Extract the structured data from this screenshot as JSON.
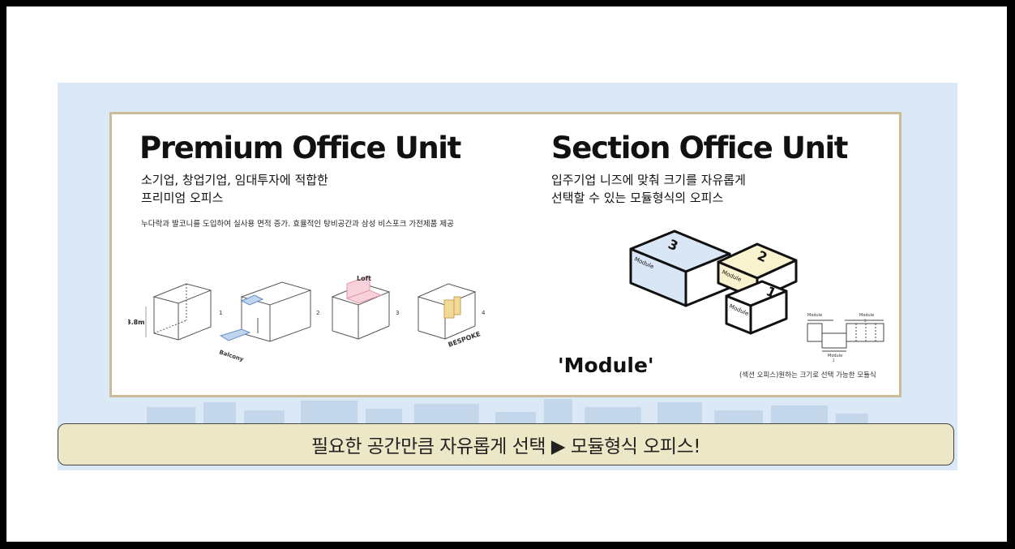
{
  "premium": {
    "title": "Premium Office Unit",
    "subtitle_line1": "소기업, 창업기업, 임대투자에 적합한",
    "subtitle_line2": "프리미엄 오피스",
    "note": "누다락과 발코니를 도입하여 실사용 면적 증가.  효율적인 탕비공간과 삼성 비스포크 가전제품 제공",
    "height_label": "3.8m",
    "step_labels": [
      "1",
      "2",
      "3",
      "4"
    ],
    "balcony_label": "Balcony",
    "loft_label": "Loft",
    "bespoke_label": "BESPOKE"
  },
  "section": {
    "title": "Section Office Unit",
    "subtitle_line1": "입주기업 니즈에 맞춰 크기를 자유롭게",
    "subtitle_line2": "선택할 수 있는 모듈형식의 오피스",
    "module_big_label": "'Module'",
    "module_word": "Module",
    "module_numbers": [
      "3",
      "2",
      "1"
    ],
    "plan_module_labels": [
      "Module",
      "Module",
      "Module"
    ],
    "plan_number_labels": [
      "3",
      "2"
    ],
    "caption": "(섹션 오피스)원하는 크기로 선택 가능한 모듈식"
  },
  "bottom_bar": {
    "text": "필요한 공간만큼 자유롭게 선택 ▶ 모듈형식 오피스!"
  },
  "colors": {
    "banner_bg": "#dbe9f7",
    "card_border": "#cbbb98",
    "bar_bg": "#ece7c6",
    "module3_fill": "#d9e6f6",
    "module2_fill": "#f9f2cf",
    "loft_fill": "#f7d2da",
    "balcony_fill": "#bfd4ef",
    "bespoke_fill": "#f2d99a"
  }
}
